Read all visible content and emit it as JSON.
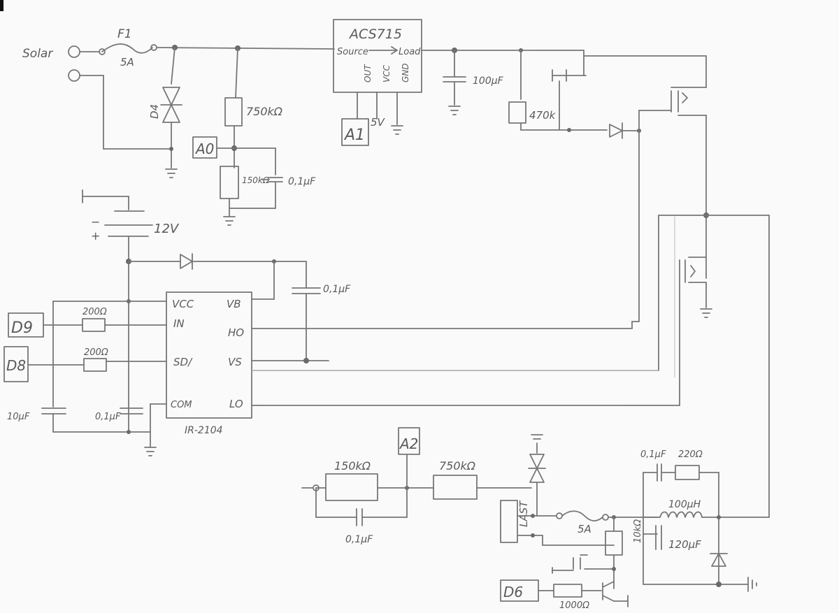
{
  "labels": {
    "solar": "Solar",
    "fuse_main_ref": "F1",
    "fuse_main_rating": "5A",
    "tvs_main": "D4",
    "sensor_name": "ACS715",
    "sensor_source": "Source",
    "sensor_load": "Load",
    "sensor_out": "OUT",
    "sensor_vcc": "VCC",
    "sensor_gnd": "GND",
    "r_top_divider": "750kΩ",
    "pin_a0": "A0",
    "r_bottom_divider": "150kΩ",
    "c_divider": "0,1µF",
    "pin_a1": "A1",
    "supply_5v": "5V",
    "c_bulk": "100µF",
    "r_gate": "470k",
    "battery_12v": "12V",
    "battery_minus": "−",
    "battery_plus": "+",
    "c_boot": "0,1µF",
    "driver_vcc": "VCC",
    "driver_in": "IN",
    "driver_sd": "SD/",
    "driver_com": "COM",
    "driver_vb": "VB",
    "driver_ho": "HO",
    "driver_vs": "VS",
    "driver_lo": "LO",
    "driver_name": "IR-2104",
    "pin_d9": "D9",
    "pin_d8": "D8",
    "r_in": "200Ω",
    "r_sd": "200Ω",
    "c_vcc_10": "10µF",
    "c_vcc_01": "0,1µF",
    "pin_a2": "A2",
    "r_bottom_a2": "150kΩ",
    "r_top_a2": "750kΩ",
    "c_a2": "0,1µF",
    "pin_last": "LAST",
    "fuse_out": "5A",
    "r_10k": "10kΩ",
    "c_snubber": "0,1µF",
    "r_snubber": "220Ω",
    "inductor": "100µH",
    "c_out": "120µF",
    "pin_d6": "D6",
    "r_base": "1000Ω"
  }
}
